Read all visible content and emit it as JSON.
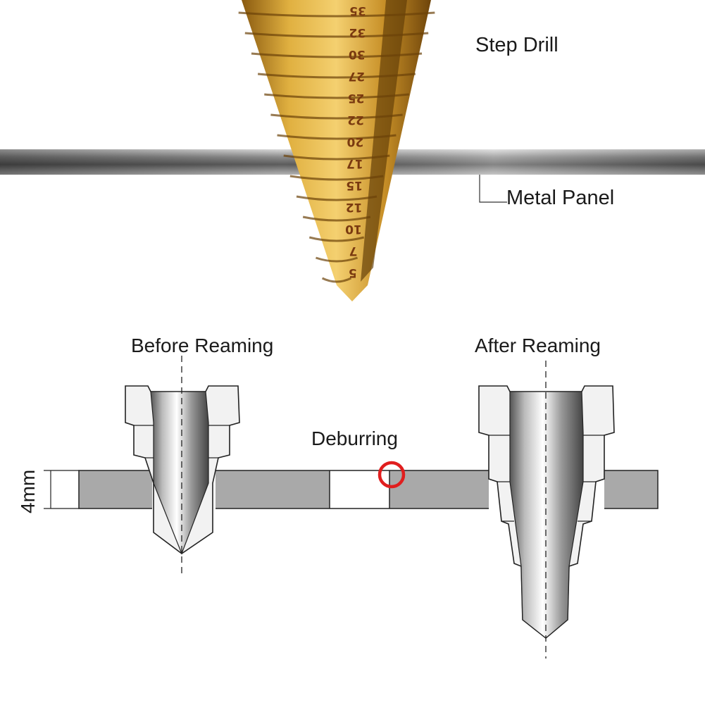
{
  "labels": {
    "step_drill": "Step Drill",
    "metal_panel": "Metal Panel",
    "before_reaming": "Before Reaming",
    "after_reaming": "After Reaming",
    "deburring": "Deburring",
    "thickness": "4mm"
  },
  "drill_markings": [
    "35",
    "32",
    "30",
    "27",
    "25",
    "22",
    "20",
    "17",
    "15",
    "12",
    "10",
    "7",
    "5"
  ],
  "colors": {
    "gold": "#c8901e",
    "panel": "#a9a9a9",
    "highlight_circle": "#e01e1e",
    "line": "#222222"
  }
}
